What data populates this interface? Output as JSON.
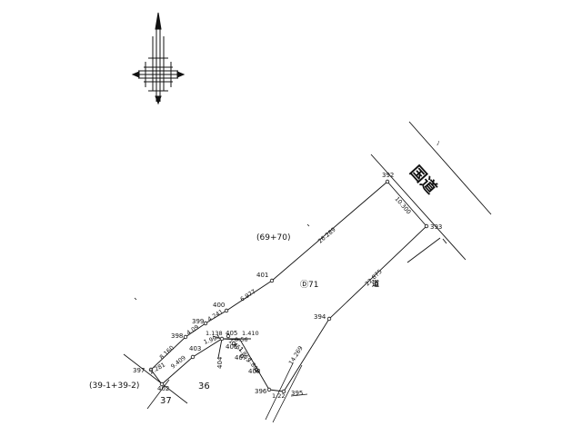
{
  "parcel_label": "Ⓓ71",
  "parcel_label_left": "(69+70)",
  "parcel_label_bottom_left": "(39-1+39-2)",
  "lot_37": "37",
  "lot_36": "36",
  "road_label": "国道",
  "road_small_label": "道",
  "tick_mark": "ﾉ",
  "points": {
    "p392": "392",
    "p393": "393",
    "p394": "394",
    "p395": "395",
    "p396": "396",
    "p397": "397",
    "p398": "398",
    "p399": "399",
    "p400": "400",
    "p401": "401",
    "p402": "402",
    "p403": "403",
    "p404": "404",
    "p405": "405",
    "p406": "406",
    "p407": "407",
    "p408": "408"
  },
  "distances": {
    "d392_393": "10.300",
    "d401_392": "26.289",
    "d400_401": "6.977",
    "d399_400": "4.241",
    "d398_399": "4.09",
    "d397_398": "8.160",
    "d397_402": "2.281",
    "d402_403": "9.409",
    "d403_405": "1.994",
    "d405_a": "1.138",
    "d405_b": "1.410",
    "d406_a": "1.451",
    "d406_b": "0.56",
    "d407": "1.855",
    "d408": "1.800",
    "d396_395": "1.22",
    "d395_394": "14.269",
    "d394_393": "22.875"
  }
}
